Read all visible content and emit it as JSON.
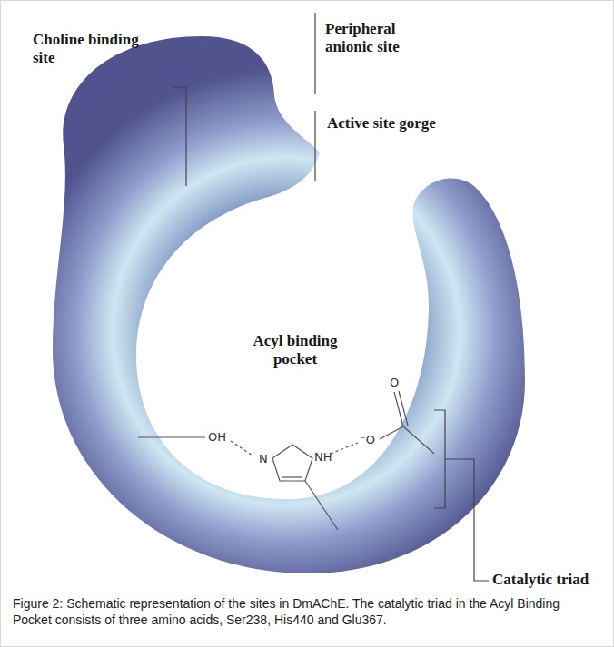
{
  "diagram": {
    "caption": "Figure 2: Schematic representation of the sites in DmAChE. The catalytic triad in the Acyl Binding Pocket consists of three amino acids, Ser238, His440 and Glu367.",
    "labels": [
      "Choline binding site",
      "Peripheral anionic site",
      "Active site gorge",
      "Acyl binding pocket",
      "OH",
      "N",
      "NH",
      "⁻O",
      "O",
      "Catalytic triad"
    ]
  }
}
